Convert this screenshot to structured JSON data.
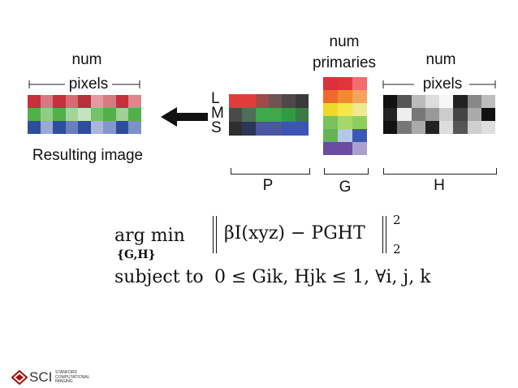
{
  "left": {
    "count_label_line1": "num",
    "count_label_line2": "pixels",
    "caption": "Resulting image",
    "colors": [
      [
        "#c6303a",
        "#d9787f",
        "#c6303a",
        "#d96a72",
        "#b8303b",
        "#e59aa0",
        "#d57a80",
        "#c6303a",
        "#e0868c"
      ],
      [
        "#52b04a",
        "#8fcc86",
        "#52b04a",
        "#a2d49c",
        "#c4e4bf",
        "#74c06b",
        "#52b04a",
        "#9ed097",
        "#52b04a"
      ],
      [
        "#2d4e9c",
        "#9aa9d4",
        "#2d4e9c",
        "#6a7fbe",
        "#2d4e9c",
        "#aab5dc",
        "#8496cb",
        "#2d4e9c",
        "#7d91c8"
      ]
    ]
  },
  "P": {
    "row_labels": [
      "L",
      "M",
      "S"
    ],
    "axis_label": "P",
    "colors": [
      [
        "#e23b3b",
        "#e23b3b",
        "#a34848",
        "#6c5553",
        "#4e4848",
        "#3a3a3a"
      ],
      [
        "#4a4a4a",
        "#4f6e57",
        "#3ea84a",
        "#3ea84a",
        "#2f9b43",
        "#3a7a44"
      ],
      [
        "#2e2e2e",
        "#2e3656",
        "#4b57a0",
        "#4b57a0",
        "#3a55b6",
        "#3a55b6"
      ]
    ]
  },
  "G": {
    "count_label_line1": "num",
    "count_label_line2": "primaries",
    "axis_label": "G",
    "colors": [
      [
        "#d8323a",
        "#e0363a",
        "#f26d6d"
      ],
      [
        "#ef6a2a",
        "#f08a2e",
        "#f7a35c"
      ],
      [
        "#f0d72a",
        "#f5e64a",
        "#f1e98f"
      ],
      [
        "#7ac25b",
        "#a5d86a",
        "#8dcf5e"
      ],
      [
        "#66b25a",
        "#b4c8ea",
        "#3e58b0"
      ],
      [
        "#6b4ca0",
        "#6b4ca0",
        "#a9a0cf"
      ]
    ]
  },
  "H": {
    "count_label_line1": "num",
    "count_label_line2": "pixels",
    "axis_label": "H",
    "colors": [
      [
        "#111111",
        "#555555",
        "#bbbbbb",
        "#dddddd",
        "#f7f7f7",
        "#222222",
        "#888888",
        "#bdbdbd"
      ],
      [
        "#222222",
        "#eeeeee",
        "#777777",
        "#999999",
        "#cccccc",
        "#444444",
        "#aaaaaa",
        "#111111"
      ],
      [
        "#111111",
        "#777777",
        "#aaaaaa",
        "#222222",
        "#dddddd",
        "#555555",
        "#cfcfcf",
        "#dedede"
      ]
    ]
  },
  "equation": {
    "line1_lhs_1": "arg min",
    "line1_lhs_sub": "{G,H}",
    "line1_expr": "βI(xyz) − PGHT",
    "norm_sup": "2",
    "norm_sub": "2",
    "line2_lhs": "subject to",
    "line2_expr": "0 ≤ Gik, Hjk ≤ 1, ∀i, j, k"
  },
  "logo": {
    "name": "SCI",
    "tagline": [
      "STANFORD",
      "COMPUTATIONAL",
      "IMAGING"
    ]
  }
}
